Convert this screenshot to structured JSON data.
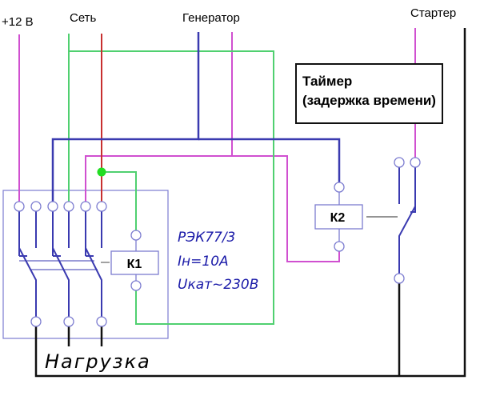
{
  "diagram": {
    "labels": {
      "plus12v": "+12 В",
      "mains": "Сеть",
      "generator": "Генератор",
      "starter": "Стартер",
      "load": "Нагрузка"
    },
    "timer": {
      "line1": "Таймер",
      "line2": "(задержка времени)"
    },
    "relay_k1": {
      "label": "К1"
    },
    "relay_k2": {
      "label": "К2"
    },
    "contactor_spec": {
      "model": "РЭК77/3",
      "current": "Iн=10А",
      "coil_voltage": "Uкат~230В"
    },
    "colors": {
      "magenta": "#d050d0",
      "green": "#50d070",
      "red": "#c83030",
      "blue": "#3a3ab0",
      "frame": "#7c7cd0",
      "black": "#111111",
      "junction": "#22dd22"
    }
  }
}
